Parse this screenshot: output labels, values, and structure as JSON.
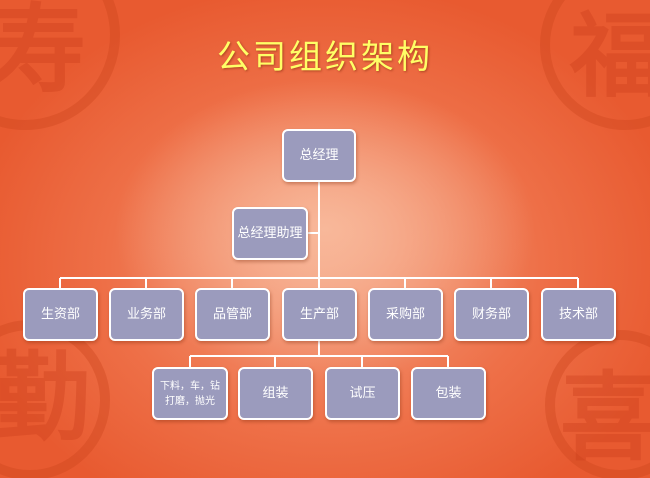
{
  "title": "公司组织架构",
  "decor": {
    "top_left": "寿",
    "top_right": "福",
    "bottom_left": "勤",
    "bottom_right": "喜"
  },
  "chart": {
    "root": "总经理",
    "assistant": "总经理助理",
    "departments": [
      "生资部",
      "业务部",
      "品管部",
      "生产部",
      "采购部",
      "财务部",
      "技术部"
    ],
    "production_units": [
      "下料，车，钻\n打磨，抛光",
      "组装",
      "试压",
      "包装"
    ]
  },
  "colors": {
    "node_fill": "#9b9bbd",
    "node_border": "#ffffff",
    "line": "#ffffff",
    "title": "#ffff66"
  }
}
